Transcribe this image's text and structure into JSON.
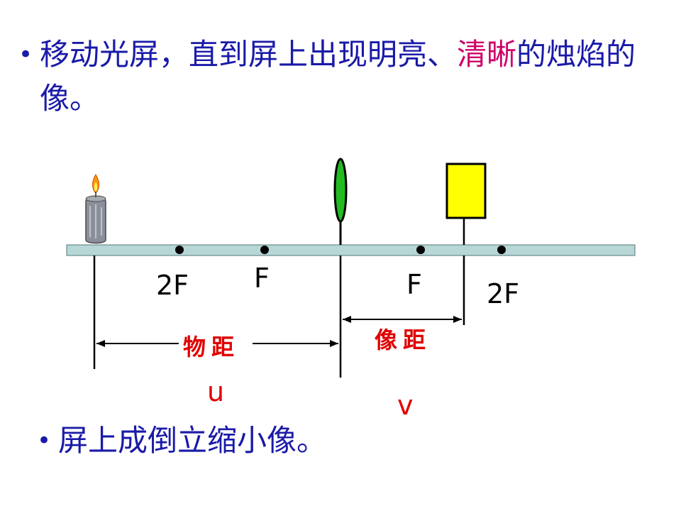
{
  "bullets": {
    "first": {
      "text_before": "移动光屏，直到屏上出现明亮、",
      "text_accent": "清晰",
      "text_after": "的烛焰的像。"
    },
    "second": {
      "text": "屏上成倒立缩小像。"
    }
  },
  "diagram": {
    "labels": {
      "left_2f": "2F",
      "left_f": "F",
      "right_f": "F",
      "right_2f": "2F",
      "object_distance": "物距",
      "image_distance": "像距",
      "object_distance_symbol": "u",
      "image_distance_symbol": "v"
    },
    "colors": {
      "bench": "#b7d7d7",
      "lens": "#22bb22",
      "screen": "#ffff00",
      "label_red": "#e00000",
      "text_blue": "#1a1aa8",
      "accent": "#cc0066"
    }
  }
}
